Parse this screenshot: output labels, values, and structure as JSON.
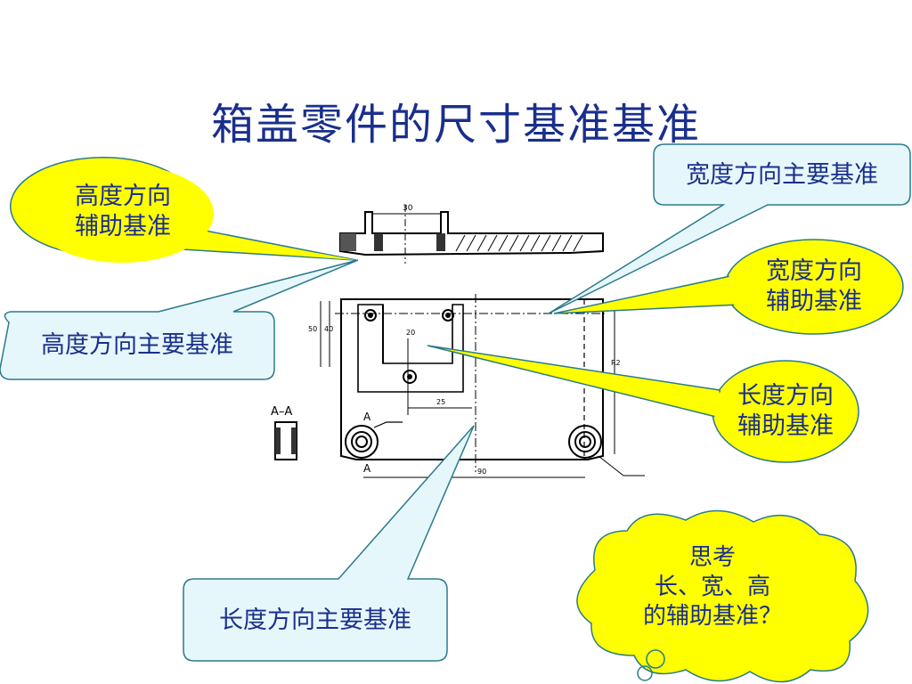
{
  "title": "箱盖零件的尺寸基准基准",
  "drawing": {
    "dim_top": "30",
    "dim_50": "50",
    "dim_40": "40",
    "dim_20": "20",
    "dim_25": "25",
    "dim_90": "90",
    "dim_right": "R2",
    "section_label": "A–A",
    "cut_label_a": "A"
  },
  "callouts": {
    "height_aux": [
      "高度方向",
      "辅助基准"
    ],
    "height_main": "高度方向主要基准",
    "width_main": "宽度方向主要基准",
    "width_aux": [
      "宽度方向",
      "辅助基准"
    ],
    "length_aux": [
      "长度方向",
      "辅助基准"
    ],
    "length_main": "长度方向主要基准"
  },
  "think": [
    "思考",
    "长、宽、高",
    "的辅助基准？"
  ],
  "colors": {
    "title": "#1a2f8c",
    "ellipse_fill": "#ffff00",
    "box_fill": "#e6f7fb",
    "box_stroke": "#2a7a8c",
    "line": "#000000"
  }
}
